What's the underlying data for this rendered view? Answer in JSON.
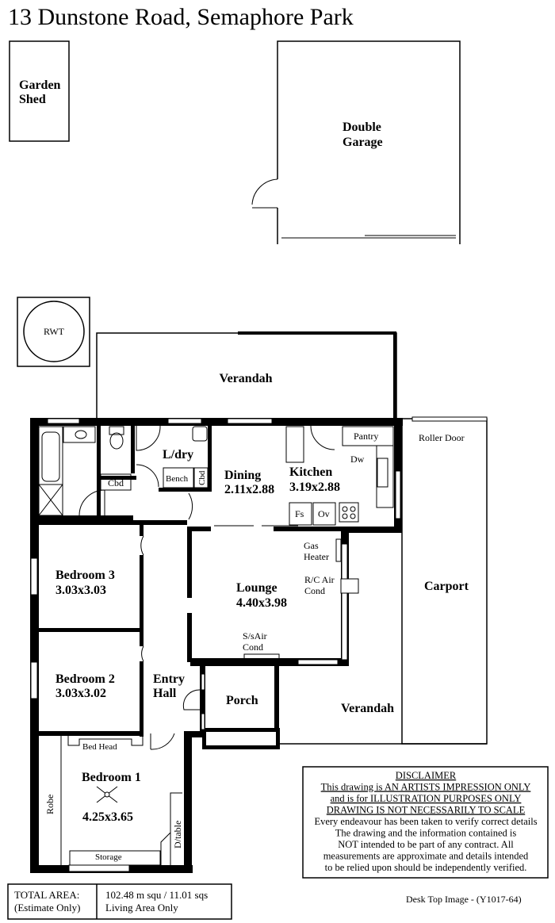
{
  "title": "13 Dunstone Road, Semaphore Park",
  "outbuildings": {
    "garden_shed": [
      "Garden",
      "Shed"
    ],
    "double_garage": [
      "Double",
      "Garage"
    ],
    "rwt": "RWT"
  },
  "rooms": {
    "verandah_top": "Verandah",
    "laundry": "L/dry",
    "bench": "Bench",
    "cbd_laundry": "Cbd",
    "cbd_bath": "Cbd",
    "dining": {
      "name": "Dining",
      "size": "2.11x2.88"
    },
    "kitchen": {
      "name": "Kitchen",
      "size": "3.19x2.88"
    },
    "pantry": "Pantry",
    "dw": "Dw",
    "fs": "Fs",
    "ov": "Ov",
    "roller_door": "Roller Door",
    "bedroom3": {
      "name": "Bedroom 3",
      "size": "3.03x3.03"
    },
    "lounge": {
      "name": "Lounge",
      "size": "4.40x3.98"
    },
    "gas_heater": [
      "Gas",
      "Heater"
    ],
    "rc_air": [
      "R/C Air",
      "Cond"
    ],
    "ss_air": [
      "S/sAir",
      "Cond"
    ],
    "carport": "Carport",
    "bedroom2": {
      "name": "Bedroom 2",
      "size": "3.03x3.02"
    },
    "entry_hall": [
      "Entry",
      "Hall"
    ],
    "porch": "Porch",
    "verandah_bottom": "Verandah",
    "bedroom1": {
      "name": "Bedroom 1",
      "size": "4.25x3.65"
    },
    "bed_head": "Bed Head",
    "robe": "Robe",
    "dtable": "D/table",
    "storage": "Storage"
  },
  "total_area": {
    "label": [
      "TOTAL AREA:",
      "(Estimate Only)"
    ],
    "value": [
      "102.48 m squ /  11.01 sqs",
      "Living Area Only"
    ]
  },
  "disclaimer": {
    "heading": "DISCLAIMER",
    "underlined": [
      "This drawing is AN ARTISTS IMPRESSION ONLY",
      "and is for ILLUSTRATION PURPOSES ONLY",
      "DRAWING IS NOT NECESSARILY TO SCALE"
    ],
    "body": [
      "Every endeavour has been taken to verify correct details",
      "The drawing and the information contained is",
      "NOT intended to be part of any contract. All",
      "measurements are approximate and details intended",
      "to be relied upon should be independently verified."
    ]
  },
  "footer": "Desk Top Image - (Y1017-64)"
}
